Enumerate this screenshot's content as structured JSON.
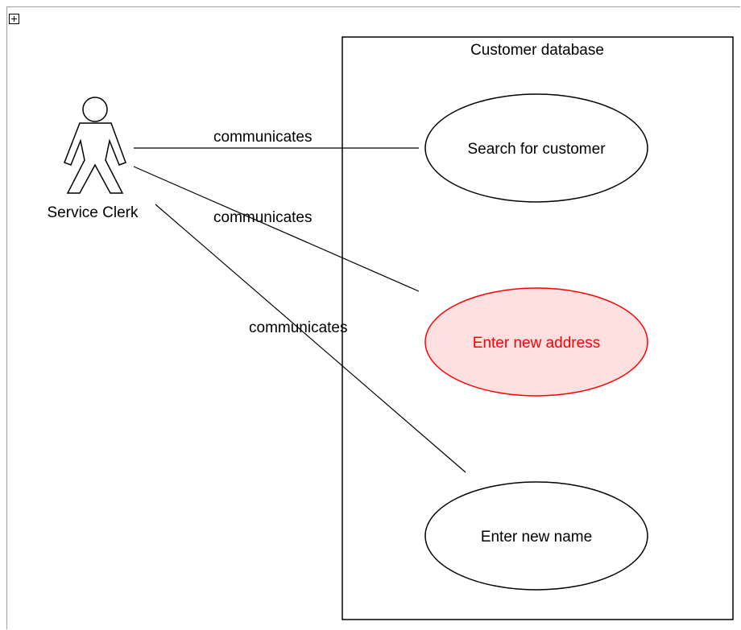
{
  "diagram": {
    "system_boundary": {
      "label": "Customer database"
    },
    "actor": {
      "label": "Service Clerk"
    },
    "associations": [
      {
        "label": "communicates"
      },
      {
        "label": "communicates"
      },
      {
        "label": "communicates"
      }
    ],
    "use_cases": [
      {
        "label": "Search for customer",
        "selected": false
      },
      {
        "label": "Enter new address",
        "selected": true
      },
      {
        "label": "Enter new name",
        "selected": false
      }
    ],
    "colors": {
      "line": "#000000",
      "selected_fill": "#ffe0e0",
      "selected_stroke": "#ff0000",
      "selected_text": "#ff0000"
    },
    "toolbar": {
      "expand_icon": "plus-box-icon"
    }
  }
}
